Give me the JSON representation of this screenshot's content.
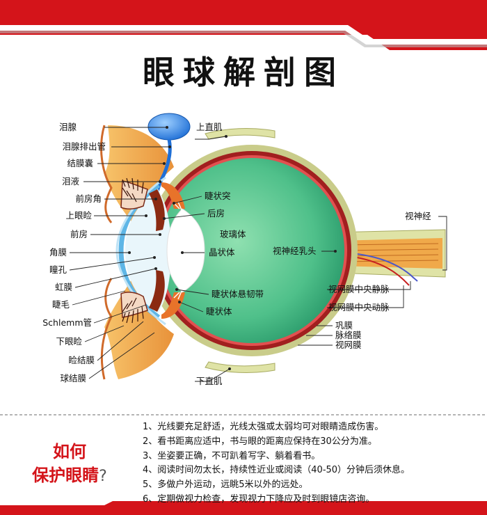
{
  "title": "眼球解剖图",
  "left_labels": [
    "泪腺",
    "泪腺排出管",
    "结膜囊",
    "泪液",
    "前房角",
    "上眼睑",
    "前房",
    "角膜",
    "瞳孔",
    "虹膜",
    "睫毛",
    "Schlemm管",
    "下眼睑",
    "睑结膜",
    "球结膜"
  ],
  "inner_labels": [
    "睫状突",
    "后房",
    "玻璃体",
    "晶状体",
    "视神经乳头",
    "睫状体悬韧带",
    "睫状体"
  ],
  "right_labels": [
    "上直肌",
    "视神经",
    "视网膜中央静脉",
    "视网膜中央动脉",
    "巩膜",
    "脉络膜",
    "视网膜",
    "下直肌"
  ],
  "tips": {
    "heading_line1": "如何",
    "heading_line2": "保护眼睛",
    "heading_mark": "?",
    "items": [
      "1、光线要充足舒适，光线太强或太弱均可对眼睛造成伤害。",
      "2、看书距离应适中，书与眼的距离应保持在30公分为准。",
      "3、坐姿要正确，不可趴着写字、躺着看书。",
      "4、阅读时间勿太长，持续性近业或阅读（40-50）分钟后须休息。",
      "5、多做户外运动，远眺5米以外的远处。",
      "6、定期做视力检查，发现视力下降应及时到眼镜店咨询。"
    ]
  },
  "colors": {
    "accent_red": "#d4141a",
    "vitreous": "#4fc08a",
    "sclera": "#c9cc8a",
    "iris": "#8b2a12"
  }
}
